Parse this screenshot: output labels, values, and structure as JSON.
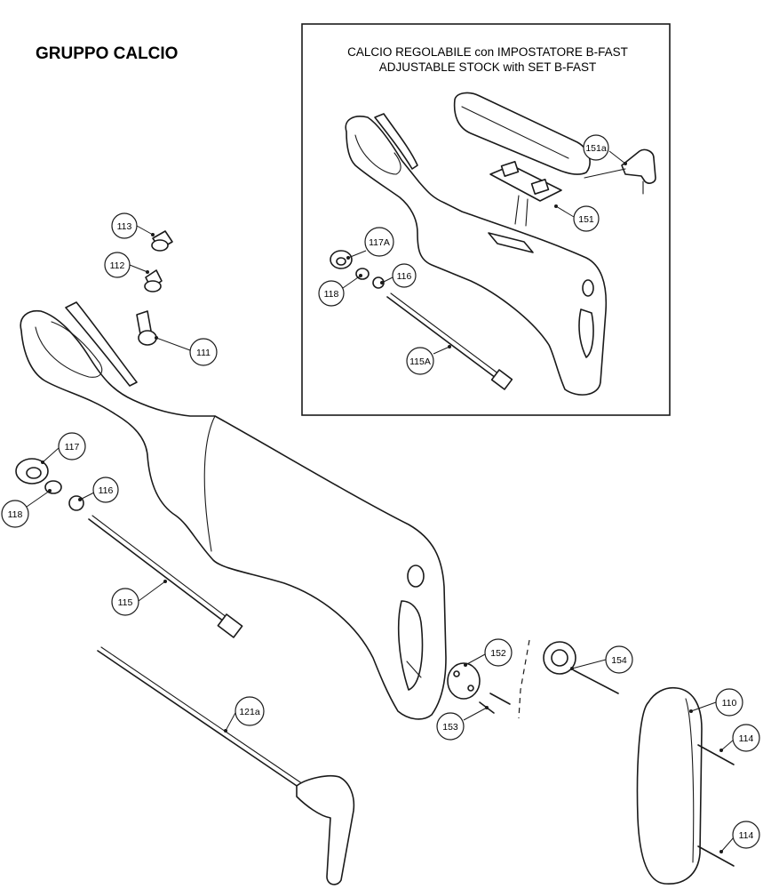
{
  "title": "GRUPPO CALCIO",
  "inset": {
    "line1": "CALCIO REGOLABILE con IMPOSTATORE B-FAST",
    "line2": "ADJUSTABLE STOCK with SET B-FAST"
  },
  "callouts": {
    "c113": "113",
    "c112": "112",
    "c111": "111",
    "c117": "117",
    "c118": "118",
    "c116": "116",
    "c115": "115",
    "c121a": "121a",
    "c152": "152",
    "c153": "153",
    "c154": "154",
    "c110": "110",
    "c114a": "114",
    "c114b": "114",
    "c151a": "151a",
    "c151": "151",
    "c117A": "117A",
    "c118i": "118",
    "c116i": "116",
    "c115A": "115A"
  }
}
